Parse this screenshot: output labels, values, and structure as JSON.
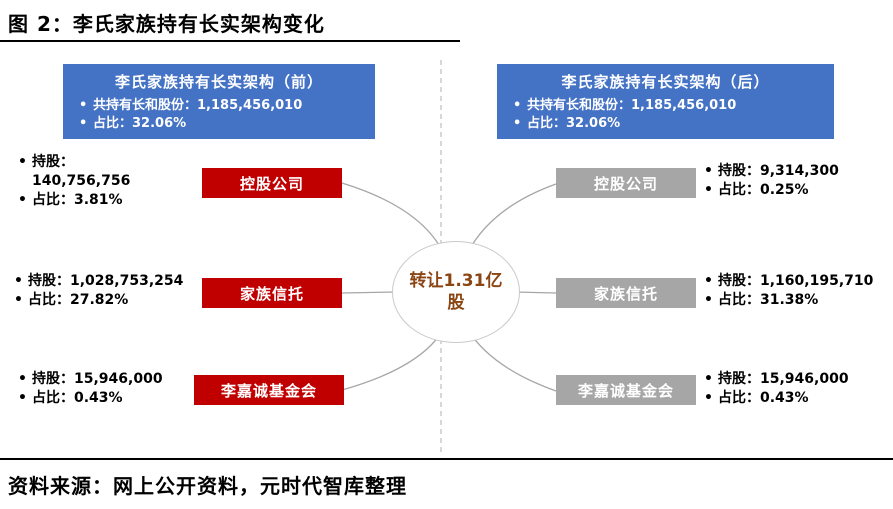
{
  "title": "图 2：李氏家族持有长实架构变化",
  "source": "资料来源：网上公开资料，元时代智库整理",
  "glyphs": {
    "bullet": "•"
  },
  "colors": {
    "header_blue": "#4472C4",
    "box_red": "#C00000",
    "box_gray": "#A6A6A6",
    "transfer_text": "#8B4513"
  },
  "center": {
    "label": "转让1.31亿股"
  },
  "before": {
    "header": {
      "title": "李氏家族持有长实架构（前）",
      "bullets": [
        "共持有长和股份：1,185,456,010",
        "占比：32.06%"
      ]
    },
    "entities": [
      {
        "label": "控股公司",
        "holding": "持股：\n140,756,756",
        "ratio": "占比：3.81%"
      },
      {
        "label": "家族信托",
        "holding": "持股：1,028,753,254",
        "ratio": "占比：27.82%"
      },
      {
        "label": "李嘉诚基金会",
        "holding": "持股：15,946,000",
        "ratio": "占比：0.43%"
      }
    ]
  },
  "after": {
    "header": {
      "title": "李氏家族持有长实架构（后）",
      "bullets": [
        "共持有长和股份：1,185,456,010",
        "占比：32.06%"
      ]
    },
    "entities": [
      {
        "label": "控股公司",
        "holding": "持股：9,314,300",
        "ratio": "占比：0.25%"
      },
      {
        "label": "家族信托",
        "holding": "持股：1,160,195,710",
        "ratio": "占比：31.38%"
      },
      {
        "label": "李嘉诚基金会",
        "holding": "持股：15,946,000",
        "ratio": "占比：0.43%"
      }
    ]
  }
}
